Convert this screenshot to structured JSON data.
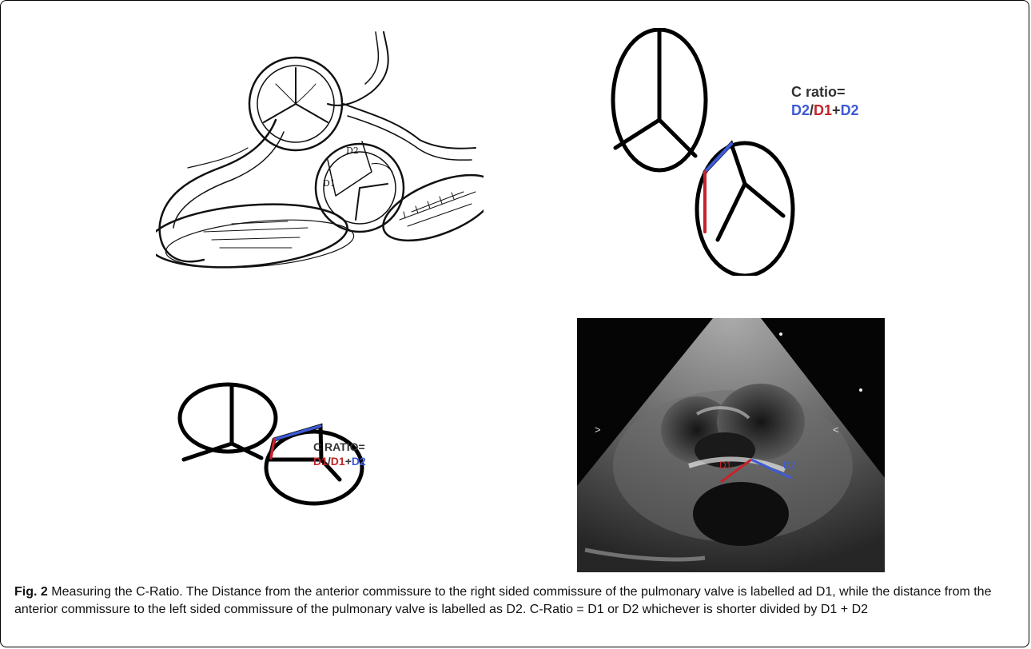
{
  "figure": {
    "label": "Fig. 2",
    "caption": "Measuring the C-Ratio. The Distance from the anterior commissure to the right sided commissure of the pulmonary valve is labelled ad D1, while the distance from the anterior commissure to the left sided commissure of the pulmonary valve is labelled as D2. C-Ratio = D1 or D2 whichever is shorter divided by D1 + D2"
  },
  "panel_a": {
    "label_d1": "D1",
    "label_d2": "D2"
  },
  "panel_b": {
    "formula_head": "C ratio=",
    "formula_num": "D2",
    "formula_slash": "/",
    "formula_d1": "D1",
    "formula_plus": "+",
    "formula_d2": "D2"
  },
  "panel_c": {
    "formula_head": "C RATIO=",
    "formula_num": "D1",
    "formula_slash": "/",
    "formula_d1": "D1",
    "formula_plus": "+",
    "formula_d2": "D2"
  },
  "panel_d": {
    "label_d1": "D1",
    "label_d2": "D2",
    "marker_left": ">",
    "marker_right": "<"
  },
  "colors": {
    "d1": "#c4232b",
    "d2": "#3d5bd6"
  }
}
